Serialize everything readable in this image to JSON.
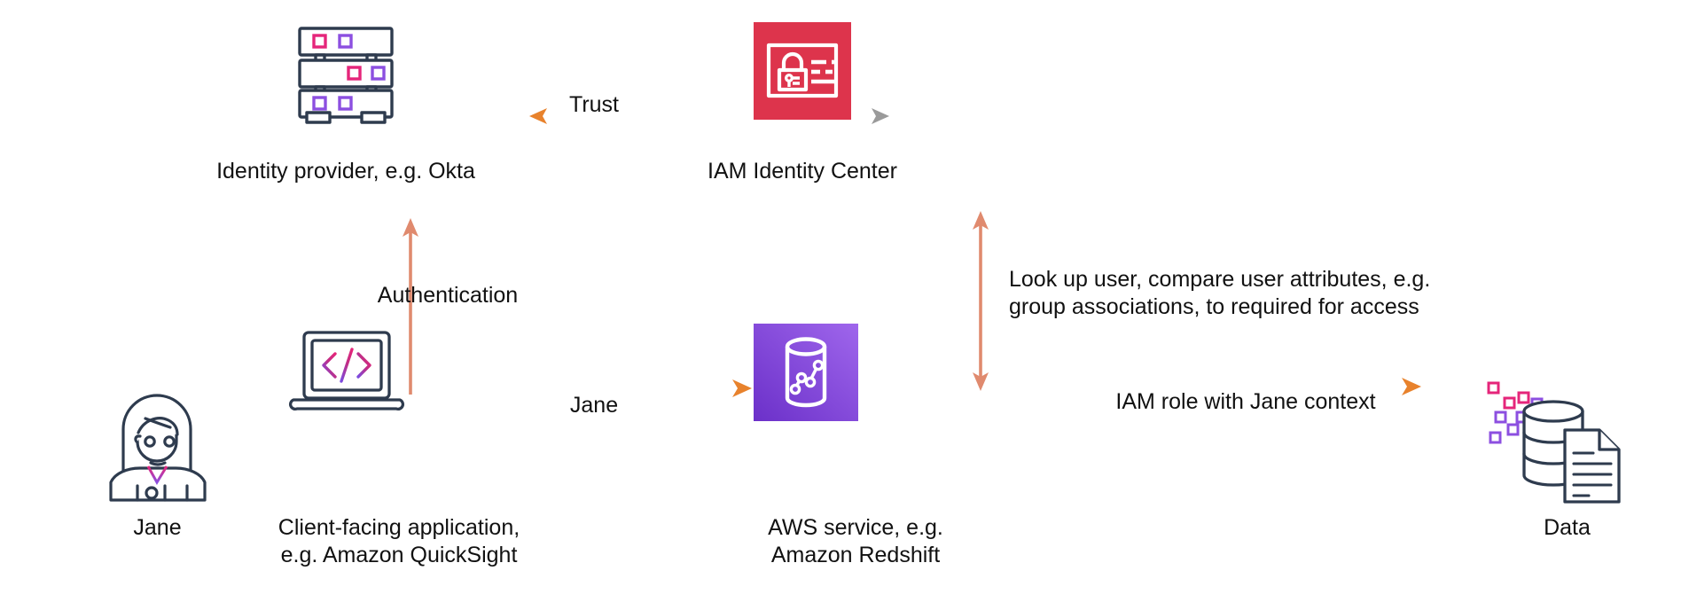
{
  "diagram": {
    "title": "AWS identity federation flow",
    "background": "#ffffff",
    "colors": {
      "ink": "#2E3B4E",
      "orange": "#E8822C",
      "salmon": "#E08A6E",
      "gray": "#9A9A9A",
      "iam_red": "#DD344C",
      "redshift_purple_dark": "#6B30C9",
      "redshift_purple_light": "#9B5EE8",
      "accent_pink": "#E5257A",
      "accent_violet": "#8C4FE0"
    }
  },
  "nodes": {
    "identity_provider": {
      "label": "Identity provider, e.g. Okta",
      "icon": "server-stack-icon"
    },
    "iam_identity_center": {
      "label": "IAM Identity Center",
      "icon": "iam-identity-center-icon"
    },
    "jane": {
      "label": "Jane",
      "icon": "user-person-icon"
    },
    "client_app": {
      "label": "Client-facing application,\ne.g. Amazon QuickSight",
      "icon": "laptop-code-icon"
    },
    "aws_service": {
      "label": "AWS service, e.g.\nAmazon Redshift",
      "icon": "amazon-redshift-icon"
    },
    "data": {
      "label": "Data",
      "icon": "database-document-icon"
    }
  },
  "edges": {
    "trust": {
      "label": "Trust",
      "style": "double-headed-horizontal"
    },
    "authentication": {
      "label": "Authentication",
      "style": "single-headed-up"
    },
    "lookup": {
      "label": "Look up user, compare user attributes, e.g.\ngroup associations, to required for access",
      "style": "double-headed-vertical"
    },
    "jane_flow": {
      "label": "Jane",
      "style": "single-headed-right"
    },
    "iam_role": {
      "label": "IAM role with Jane context",
      "style": "single-headed-right"
    },
    "jane_to_app": {
      "label": "",
      "style": "plain-line"
    }
  }
}
